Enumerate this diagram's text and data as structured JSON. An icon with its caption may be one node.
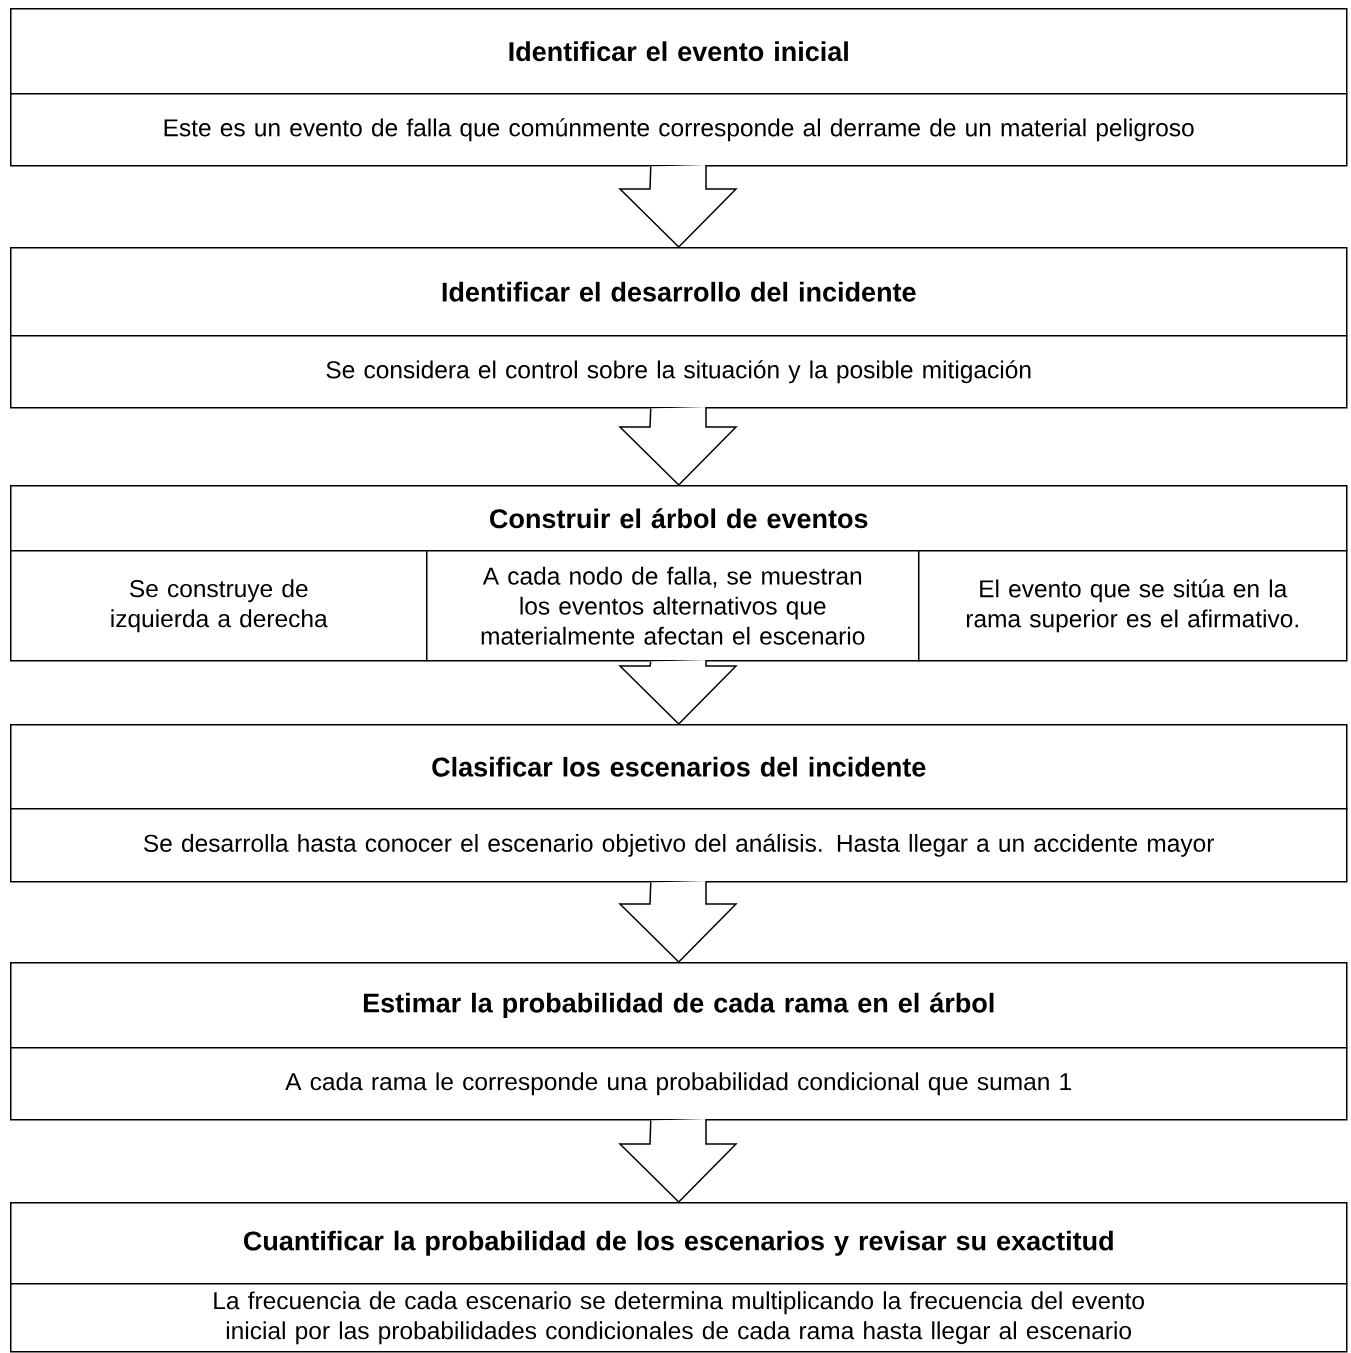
{
  "diagram": {
    "nodes": [
      {
        "text": [
          "Identificar el evento inicial"
        ]
      },
      {
        "text": [
          "Este es un evento de falla que comúnmente corresponde al derrame de un material peligroso"
        ]
      },
      {
        "text": [
          "Identificar el desarrollo del incidente"
        ]
      },
      {
        "text": [
          "Se considera el control sobre la situación y la posible mitigación"
        ]
      },
      {
        "text": [
          "Construir el árbol de eventos"
        ]
      },
      {
        "text": [
          "Se construye de izquierda a derecha"
        ]
      },
      {
        "text": [
          "A cada nodo de falla, se muestran los eventos alternativos que materialmente afectan el escenario"
        ]
      },
      {
        "text": [
          "El evento que se sitúa en la rama superior es el afirmativo."
        ]
      },
      {
        "text": [
          "Clasificar los escenarios del incidente"
        ]
      },
      {
        "text": [
          "Se desarrolla hasta conocer el escenario objetivo del análisis. Hasta llegar a un accidente mayor"
        ]
      },
      {
        "text": [
          "Estimar la probabilidad de cada rama en el árbol"
        ]
      },
      {
        "text": [
          "A cada rama le corresponde una probabilidad condicional que suman 1"
        ]
      },
      {
        "text": [
          "Cuantificar la probabilidad de los escenarios y revisar su exactitud"
        ]
      },
      {
        "text": [
          "La frecuencia de cada escenario se determina multiplicando la frecuencia del evento inicial por las probabilidades condicionales de cada rama hasta llegar al escenario"
        ]
      }
    ],
    "edges": [
      {
        "from": 1,
        "to": 2,
        "arrow": "to"
      },
      {
        "from": 3,
        "to": 4,
        "arrow": "to"
      },
      {
        "from": 6,
        "to": 8,
        "arrow": "to"
      },
      {
        "from": 9,
        "to": 10,
        "arrow": "to"
      },
      {
        "from": 11,
        "to": 12,
        "arrow": "to"
      }
    ]
  }
}
